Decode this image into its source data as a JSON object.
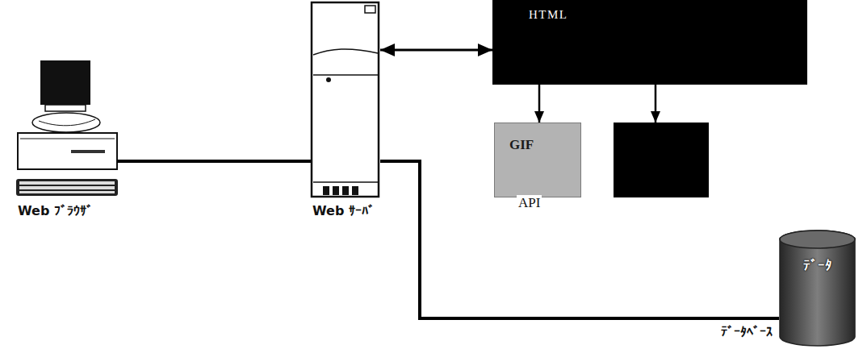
{
  "diagram": {
    "nodes": [
      {
        "text": [
          "Web ﾌﾞﾗｳｻﾞ"
        ]
      },
      {
        "text": [
          "Web ｻｰﾊﾞ"
        ]
      },
      {
        "text": [
          "HTML"
        ]
      },
      {
        "text": [
          "GIF"
        ]
      },
      {
        "text": [
          "ﾃﾞｰﾀ",
          "ﾃﾞｰﾀﾍﾞｰｽ"
        ]
      }
    ],
    "edges": [
      {
        "from": 0,
        "to": 1,
        "arrow": "none"
      },
      {
        "from": 1,
        "to": 2,
        "arrow": "both"
      },
      {
        "from": 2,
        "to": 3,
        "arrow": "to"
      },
      {
        "from": 1,
        "to": 4,
        "arrow": "none"
      }
    ],
    "labels": [
      "API"
    ]
  }
}
